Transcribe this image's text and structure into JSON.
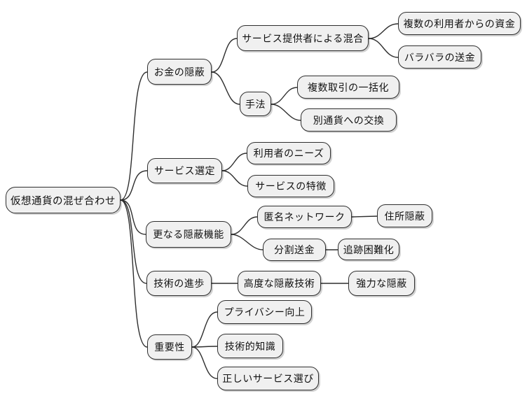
{
  "diagram": {
    "type": "mindmap",
    "title": "仮想通貨の混ぜ合わせ",
    "colors": {
      "background": "#ffffff",
      "node_fill": "#f0f0f0",
      "node_border": "#2e2e2e",
      "connector": "#2e2e2e",
      "text": "#111111"
    }
  },
  "nodes": [
    {
      "id": 0,
      "label": "仮想通貨の混ぜ合わせ"
    },
    {
      "id": 1,
      "label": "お金の隠蔽"
    },
    {
      "id": 2,
      "label": "サービス提供者による混合"
    },
    {
      "id": 3,
      "label": "複数の利用者からの資金"
    },
    {
      "id": 4,
      "label": "バラバラの送金"
    },
    {
      "id": 5,
      "label": "手法"
    },
    {
      "id": 6,
      "label": "複数取引の一括化"
    },
    {
      "id": 7,
      "label": "別通貨への交換"
    },
    {
      "id": 8,
      "label": "サービス選定"
    },
    {
      "id": 9,
      "label": "利用者のニーズ"
    },
    {
      "id": 10,
      "label": "サービスの特徴"
    },
    {
      "id": 11,
      "label": "更なる隠蔽機能"
    },
    {
      "id": 12,
      "label": "匿名ネットワーク"
    },
    {
      "id": 13,
      "label": "住所隠蔽"
    },
    {
      "id": 14,
      "label": "分割送金"
    },
    {
      "id": 15,
      "label": "追跡困難化"
    },
    {
      "id": 16,
      "label": "技術の進歩"
    },
    {
      "id": 17,
      "label": "高度な隠蔽技術"
    },
    {
      "id": 18,
      "label": "強力な隠蔽"
    },
    {
      "id": 19,
      "label": "重要性"
    },
    {
      "id": 20,
      "label": "プライバシー向上"
    },
    {
      "id": 21,
      "label": "技術的知識"
    },
    {
      "id": 22,
      "label": "正しいサービス選び"
    }
  ],
  "edges": [
    [
      0,
      1
    ],
    [
      1,
      2
    ],
    [
      2,
      3
    ],
    [
      2,
      4
    ],
    [
      1,
      5
    ],
    [
      5,
      6
    ],
    [
      5,
      7
    ],
    [
      0,
      8
    ],
    [
      8,
      9
    ],
    [
      8,
      10
    ],
    [
      0,
      11
    ],
    [
      11,
      12
    ],
    [
      12,
      13
    ],
    [
      11,
      14
    ],
    [
      14,
      15
    ],
    [
      0,
      16
    ],
    [
      16,
      17
    ],
    [
      17,
      18
    ],
    [
      0,
      19
    ],
    [
      19,
      20
    ],
    [
      19,
      21
    ],
    [
      19,
      22
    ]
  ]
}
